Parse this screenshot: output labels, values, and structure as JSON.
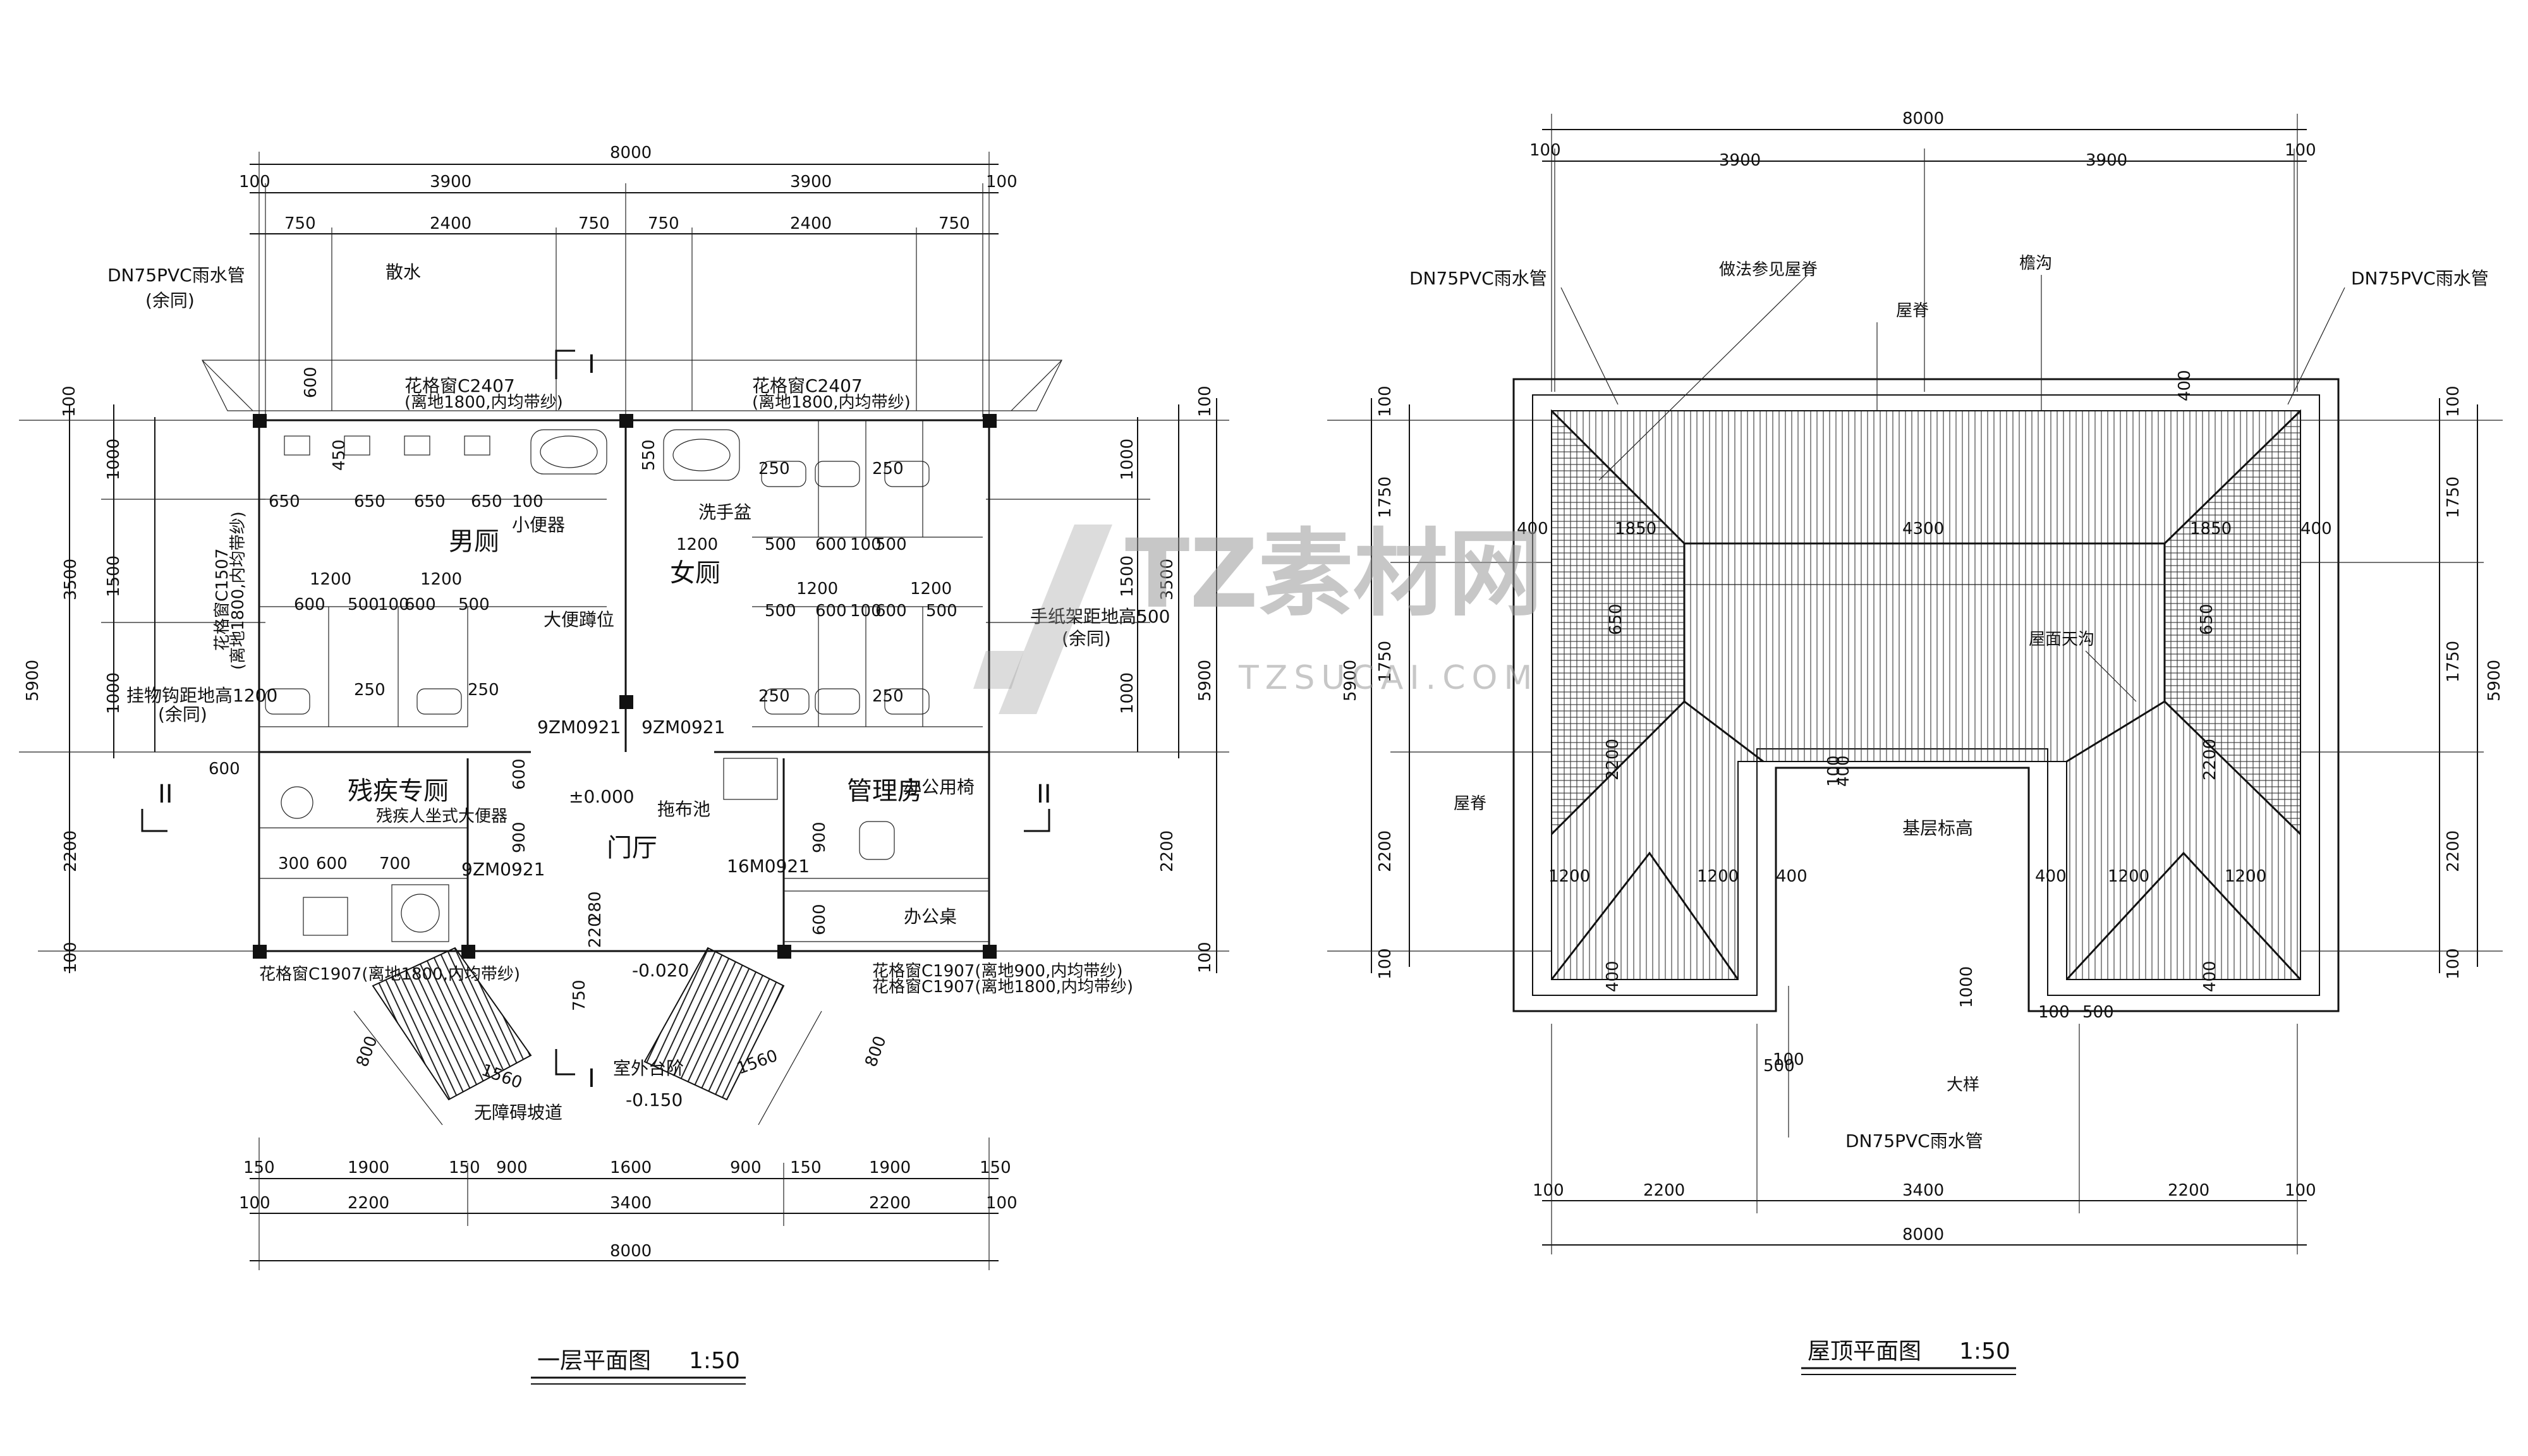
{
  "floor_plan": {
    "title": "一层平面图",
    "scale": "1:50",
    "dims_top": [
      "8000",
      "3900",
      "3900",
      "100",
      "100",
      "750",
      "2400",
      "750",
      "750",
      "2400",
      "750"
    ],
    "dims_bottom": [
      "150",
      "1900",
      "150",
      "900",
      "1600",
      "900",
      "150",
      "1900",
      "150",
      "100",
      "2200",
      "3400",
      "2200",
      "100",
      "8000"
    ],
    "dims_left": [
      "100",
      "1000",
      "1500",
      "1000",
      "3500",
      "5900",
      "2200",
      "100"
    ],
    "dims_right": [
      "100",
      "1000",
      "3500",
      "1500",
      "1000",
      "5900",
      "2200",
      "100"
    ],
    "rooms": {
      "men": "男厕",
      "women": "女厕",
      "disabled": "残疾专厕",
      "manager": "管理房",
      "hall": "门厅"
    },
    "labels": {
      "downpipe": "DN75PVC雨水管",
      "downpipe_note": "(余同)",
      "drain": "散水",
      "window_left": "花格窗C2407",
      "window_left_note": "(离地1800,内均带纱)",
      "window_right": "花格窗C2407",
      "window_right_note": "(离地1800,内均带纱)",
      "urinal": "小便器",
      "squat": "大便蹲位",
      "basin": "洗手盆",
      "mop": "拖布池",
      "disabled_wc": "残疾人坐式大便器",
      "office_chair": "办公用椅",
      "office_desk": "办公桌",
      "paper_holder": "手纸架距地高500",
      "paper_note": "(余同)",
      "hook": "挂物钩距地高1200",
      "hook_note": "(余同)",
      "window_side": "花格窗C1507",
      "window_side_note": "(离地1800,内均带纱)",
      "ramp": "无障碍坡道",
      "steps": "室外台阶",
      "door_1": "9ZM0921",
      "door_2": "9ZM0921",
      "door_3": "9ZM0921",
      "door_4": "16M0921",
      "win_bl": "花格窗C1907(离地1800,内均带纱)",
      "win_br1": "花格窗C1907(离地900,内均带纱)",
      "win_br2": "花格窗C1907(离地1800,内均带纱)",
      "lvl_0": "±0.000",
      "lvl_1": "-0.020",
      "lvl_2": "-0.150",
      "sec_I": "I",
      "sec_II": "II"
    },
    "inner_dims": [
      "650",
      "650",
      "650",
      "650",
      "100",
      "450",
      "1200",
      "1200",
      "600",
      "500",
      "100",
      "600",
      "500",
      "1200",
      "500",
      "600",
      "100",
      "500",
      "1200",
      "1200",
      "500",
      "600",
      "100",
      "600",
      "500",
      "250",
      "250",
      "250",
      "250",
      "250",
      "250",
      "550",
      "600",
      "300",
      "600",
      "700",
      "900",
      "600",
      "900",
      "600",
      "600",
      "220",
      "280",
      "750",
      "800",
      "1560",
      "1560",
      "800",
      "600",
      "600"
    ]
  },
  "roof_plan": {
    "title": "屋顶平面图",
    "scale": "1:50",
    "dims_top": [
      "8000",
      "100",
      "3900",
      "3900",
      "100"
    ],
    "dims_bottom": [
      "100",
      "2200",
      "3400",
      "2200",
      "100",
      "8000"
    ],
    "dims_left": [
      "100",
      "1750",
      "1750",
      "5900",
      "2200",
      "100"
    ],
    "dims_right": [
      "100",
      "1750",
      "1750",
      "5900",
      "2200",
      "100"
    ],
    "labels": {
      "downpipe_l": "DN75PVC雨水管",
      "downpipe_r": "DN75PVC雨水管",
      "downpipe_b": "DN75PVC雨水管",
      "ridge_ref": "做法参见屋脊",
      "ridge": "屋脊",
      "gutter": "檐沟",
      "skylight": "屋面天沟",
      "eave": "屋脊",
      "base_level": "基层标高",
      "detail": "大样"
    },
    "inner_dims": [
      "400",
      "1850",
      "4300",
      "1850",
      "400",
      "650",
      "650",
      "400",
      "1200",
      "1200",
      "400",
      "400",
      "1200",
      "1200",
      "400",
      "100",
      "2200",
      "2200",
      "100",
      "500",
      "100",
      "100",
      "500",
      "1000",
      "400",
      "400",
      "400",
      "400"
    ]
  },
  "watermark": {
    "cn": "TZ素材网",
    "en": "TZSUCAI.COM"
  }
}
